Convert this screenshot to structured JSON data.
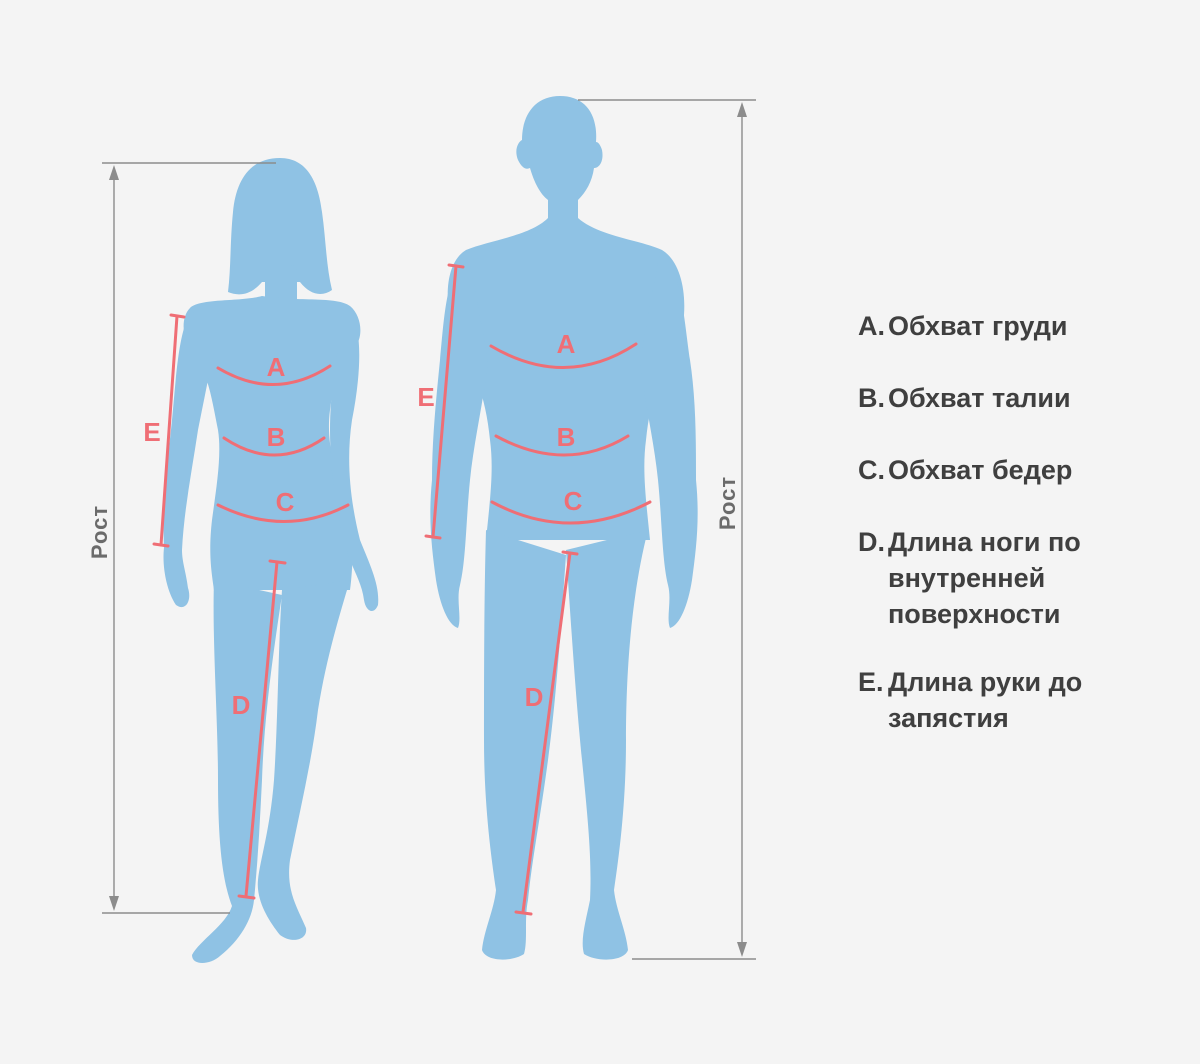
{
  "diagram": {
    "height_label": "Рост",
    "markers": {
      "a": "A",
      "b": "B",
      "c": "C",
      "d": "D",
      "e": "E"
    },
    "legend": [
      {
        "key": "A.",
        "text": "Обхват груди"
      },
      {
        "key": "B.",
        "text": "Обхват талии"
      },
      {
        "key": "C.",
        "text": "Обхват бедер"
      },
      {
        "key": "D.",
        "text": "Длина ноги по внутренней поверхности"
      },
      {
        "key": "E.",
        "text": "Длина руки до запястия"
      }
    ],
    "colors": {
      "figure": "#8fc2e4",
      "measure": "#ef6e75",
      "dimension": "#8c8c8c",
      "text": "#3f3f3f"
    }
  }
}
